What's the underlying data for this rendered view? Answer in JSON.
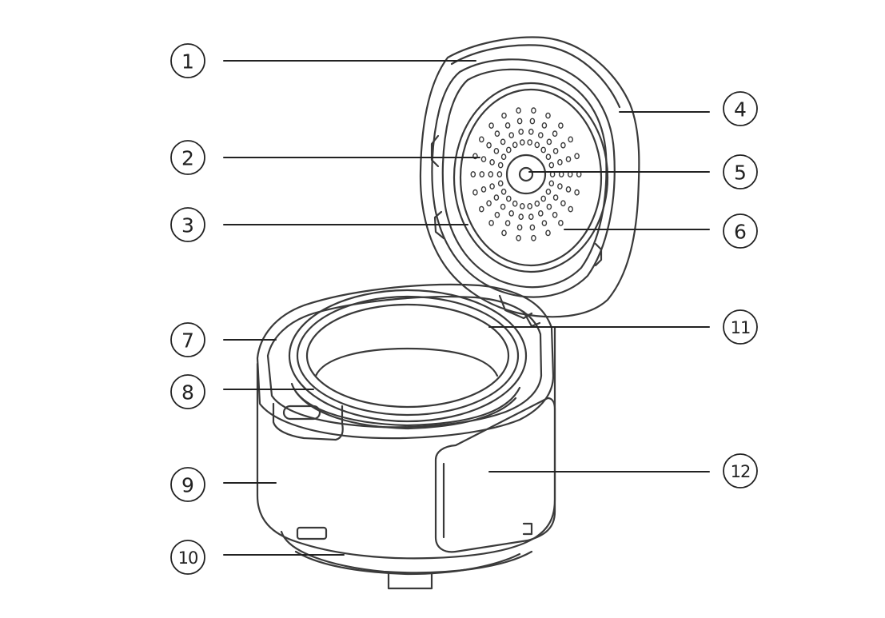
{
  "callouts": [
    {
      "label": "1"
    },
    {
      "label": "2"
    },
    {
      "label": "3"
    },
    {
      "label": "4"
    },
    {
      "label": "5"
    },
    {
      "label": "6"
    },
    {
      "label": "7"
    },
    {
      "label": "8"
    },
    {
      "label": "9"
    },
    {
      "label": "10"
    },
    {
      "label": "11"
    },
    {
      "label": "12"
    }
  ],
  "colors": {
    "line": "#3a3a3a",
    "leader": "#222222",
    "background": "#ffffff"
  }
}
